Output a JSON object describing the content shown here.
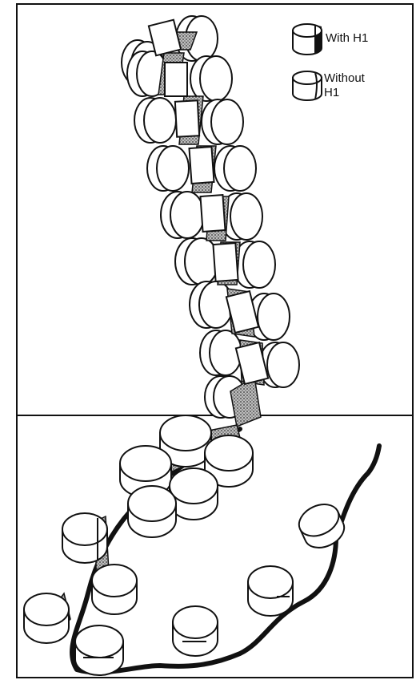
{
  "figure": {
    "legend": {
      "with_h1_label": "With H1",
      "without_h1_label_line1": "Without",
      "without_h1_label_line2": "H1"
    }
  },
  "colors": {
    "ink": "#111111",
    "background": "#ffffff",
    "h1_stipple": "#555555"
  }
}
